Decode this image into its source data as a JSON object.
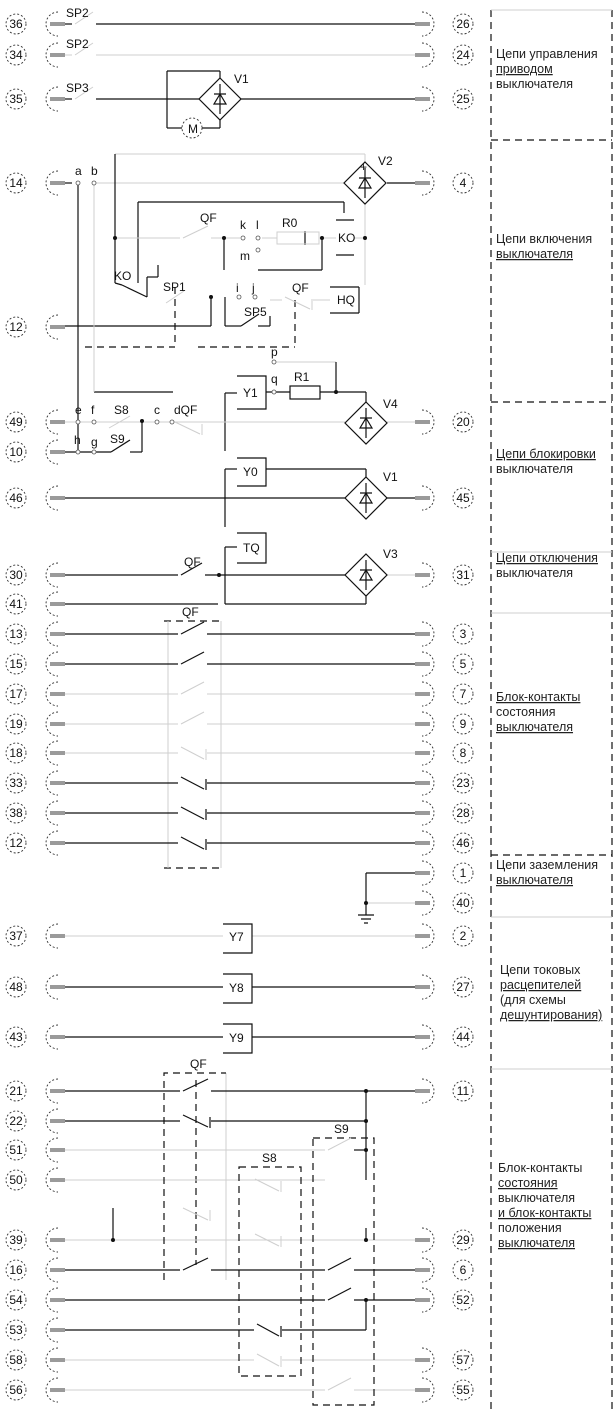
{
  "terminals": [
    {
      "left": "36",
      "right": "26"
    },
    {
      "left": "34",
      "right": "24"
    },
    {
      "left": "35",
      "right": "25"
    },
    {
      "left": "14",
      "right": "4"
    },
    {
      "left": "12",
      "right": null
    },
    {
      "left": "49",
      "right": "20"
    },
    {
      "left": "10",
      "right": null
    },
    {
      "left": "46",
      "right": "45"
    },
    {
      "left": "30",
      "right": "31"
    },
    {
      "left": "41",
      "right": null
    },
    {
      "left": "13",
      "right": "3"
    },
    {
      "left": "15",
      "right": "5"
    },
    {
      "left": "17",
      "right": "7"
    },
    {
      "left": "19",
      "right": "9"
    },
    {
      "left": "18",
      "right": "8"
    },
    {
      "left": "33",
      "right": "23"
    },
    {
      "left": "38",
      "right": "28"
    },
    {
      "left": "12",
      "right": "46"
    },
    {
      "left": null,
      "right": "1"
    },
    {
      "left": null,
      "right": "40"
    },
    {
      "left": "37",
      "right": "2"
    },
    {
      "left": "48",
      "right": "27"
    },
    {
      "left": "43",
      "right": "44"
    },
    {
      "left": "21",
      "right": "11"
    },
    {
      "left": "22",
      "right": null
    },
    {
      "left": "51",
      "right": null
    },
    {
      "left": "50",
      "right": null
    },
    {
      "left": "39",
      "right": "29"
    },
    {
      "left": "16",
      "right": "6"
    },
    {
      "left": "54",
      "right": "52"
    },
    {
      "left": "53",
      "right": null
    },
    {
      "left": "58",
      "right": "57"
    },
    {
      "left": "56",
      "right": "55"
    }
  ],
  "labels": {
    "sp2_a": "SP2",
    "sp2_b": "SP2",
    "sp3": "SP3",
    "v1_top": "V1",
    "motor": "M",
    "a": "a",
    "b": "b",
    "v2": "V2",
    "v2_plus": "+",
    "qf1": "QF",
    "k": "k",
    "l": "l",
    "r0": "R0",
    "ko_coil": "KO",
    "m": "m",
    "ko_contact": "KO",
    "sp1": "SP1",
    "i": "i",
    "j": "j",
    "sp5": "SP5",
    "qf2": "QF",
    "hq": "HQ",
    "p": "p",
    "q": "q",
    "y1": "Y1",
    "r1": "R1",
    "v4": "V4",
    "e": "e",
    "f": "f",
    "s8_a": "S8",
    "c": "c",
    "dqf": "dQF",
    "h": "h",
    "g": "g",
    "s9_a": "S9",
    "y0": "Y0",
    "v1_mid": "V1",
    "tq": "TQ",
    "qf3": "QF",
    "v3": "V3",
    "qf4": "QF",
    "y7": "Y7",
    "y8": "Y8",
    "y9": "Y9",
    "qf5": "QF",
    "s9_b": "S9",
    "s8_b": "S8"
  },
  "sections": [
    {
      "name": "drive-control",
      "lines": [
        {
          "t": "Цепи управления",
          "u": false
        },
        {
          "t": "приводом",
          "u": true
        },
        {
          "t": "выключателя",
          "u": false
        }
      ]
    },
    {
      "name": "closing",
      "lines": [
        {
          "t": "Цепи включения",
          "u": false
        },
        {
          "t": "выключателя",
          "u": true
        }
      ]
    },
    {
      "name": "blocking",
      "lines": [
        {
          "t": "Цепи блокировки",
          "u": true
        },
        {
          "t": "выключателя",
          "u": false
        }
      ]
    },
    {
      "name": "tripping",
      "lines": [
        {
          "t": "Цепи отключения",
          "u": true
        },
        {
          "t": "выключателя",
          "u": false
        }
      ]
    },
    {
      "name": "state-contacts",
      "lines": [
        {
          "t": "Блок-контакты",
          "u": true
        },
        {
          "t": "состояния",
          "u": false
        },
        {
          "t": "выключателя",
          "u": true
        }
      ]
    },
    {
      "name": "grounding",
      "lines": [
        {
          "t": "Цепи заземления",
          "u": false
        },
        {
          "t": "выключателя",
          "u": true
        }
      ]
    },
    {
      "name": "current-releases",
      "lines": [
        {
          "t": "Цепи токовых",
          "u": false
        },
        {
          "t": "расцепителей",
          "u": true
        },
        {
          "t": "(для схемы",
          "u": false
        },
        {
          "t": "дешунтирования)",
          "u": true
        }
      ]
    },
    {
      "name": "state-position-contacts",
      "lines": [
        {
          "t": "Блок-контакты",
          "u": false
        },
        {
          "t": "состояния",
          "u": true
        },
        {
          "t": "выключателя",
          "u": false
        },
        {
          "t": "и блок-контакты",
          "u": true
        },
        {
          "t": "положения",
          "u": false
        },
        {
          "t": "выключателя",
          "u": true
        }
      ]
    }
  ]
}
